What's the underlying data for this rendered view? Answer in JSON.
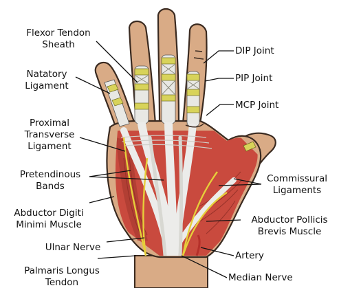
{
  "colors": {
    "skin": "#d9ab86",
    "skin_outline": "#3a2a20",
    "muscle": "#c94a3e",
    "tendon": "#e8e8e4",
    "nerve": "#e6cf3a",
    "sheath_band": "#d8d35a",
    "artery": "#b5302a",
    "leader": "#111111"
  },
  "labels": {
    "flexor_tendon_sheath": "Flexor Tendon\nSheath",
    "natatory_ligament": "Natatory\nLigament",
    "proximal_transverse_ligament": "Proximal\nTransverse\nLigament",
    "pretendinous_bands": "Pretendinous\nBands",
    "abductor_digiti_minimi": "Abductor Digiti\nMinimi Muscle",
    "ulnar_nerve": "Ulnar Nerve",
    "palmaris_longus_tendon": "Palmaris Longus\nTendon",
    "dip_joint": "DIP Joint",
    "pip_joint": "PIP Joint",
    "mcp_joint": "MCP Joint",
    "commissural_ligaments": "Commissural\nLigaments",
    "abductor_pollicis_brevis": "Abductor Pollicis\nBrevis Muscle",
    "artery": "Artery",
    "median_nerve": "Median Nerve"
  }
}
